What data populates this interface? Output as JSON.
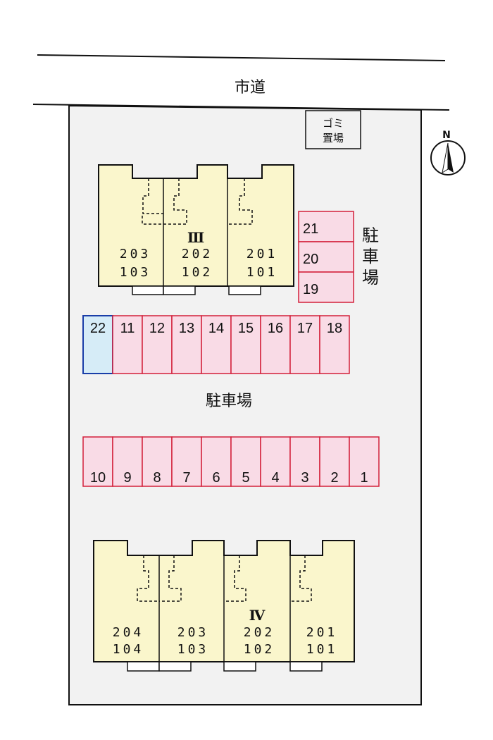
{
  "road": {
    "label": "市道"
  },
  "garbage": {
    "line1": "ゴミ",
    "line2": "置場"
  },
  "compass": {
    "label": "N"
  },
  "parking_label_side": [
    "駐",
    "車",
    "場"
  ],
  "parking_label_center": "駐車場",
  "parking_side": [
    "21",
    "20",
    "19"
  ],
  "parking_upper": [
    "22",
    "11",
    "12",
    "13",
    "14",
    "15",
    "16",
    "17",
    "18"
  ],
  "parking_lower": [
    "10",
    "9",
    "8",
    "7",
    "6",
    "5",
    "4",
    "3",
    "2",
    "1"
  ],
  "building_3": {
    "name": "Ⅲ",
    "units": [
      {
        "upper": "203",
        "lower": "103"
      },
      {
        "upper": "202",
        "lower": "102"
      },
      {
        "upper": "201",
        "lower": "101"
      }
    ]
  },
  "building_4": {
    "name": "Ⅳ",
    "units": [
      {
        "upper": "204",
        "lower": "104"
      },
      {
        "upper": "203",
        "lower": "103"
      },
      {
        "upper": "202",
        "lower": "102"
      },
      {
        "upper": "201",
        "lower": "101"
      }
    ]
  },
  "colors": {
    "building": "#faf6cc",
    "parking": "#f9dbe6",
    "parking_border": "#d3203a",
    "highlight": "#d6ecf7",
    "highlight_border": "#1a3ea8",
    "lot": "#f2f2f2"
  }
}
